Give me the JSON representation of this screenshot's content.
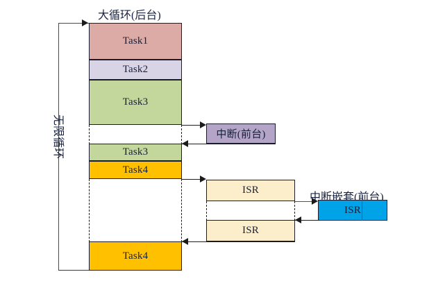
{
  "diagram": {
    "title_main": "大循环(后台)",
    "label_interrupt": "中断(前台)",
    "label_nested": "中断嵌套(前台)",
    "label_loop_vertical": "无限循环",
    "colors": {
      "task1": "#dcaba6",
      "task2": "#d8d4e6",
      "task3": "#c3d69c",
      "task4": "#ffc000",
      "interrupt": "#b3a4c8",
      "isr": "#fdeecb",
      "isr_nested": "#00a2e8",
      "stroke": "#1a1a2e"
    },
    "blocks": [
      {
        "name": "task1",
        "label": "Task1"
      },
      {
        "name": "task2",
        "label": "Task2"
      },
      {
        "name": "task3a",
        "label": "Task3"
      },
      {
        "name": "task3b",
        "label": "Task3"
      },
      {
        "name": "task4a",
        "label": "Task4"
      },
      {
        "name": "task4b",
        "label": "Task4"
      }
    ],
    "interrupt_block": {
      "label": "中断(前台)"
    },
    "isr_blocks": [
      {
        "name": "isr-upper",
        "label": "ISR"
      },
      {
        "name": "isr-lower",
        "label": "ISR"
      }
    ],
    "isr_nested_block": {
      "label": "ISR"
    }
  }
}
